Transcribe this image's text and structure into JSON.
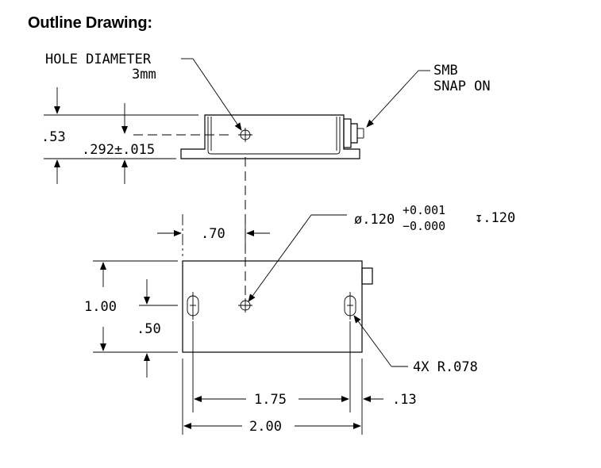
{
  "title": "Outline Drawing:",
  "callouts": {
    "hole_diameter_line1": "HOLE DIAMETER",
    "hole_diameter_line2": "3mm",
    "smb_line1": "SMB",
    "smb_line2": "SNAP ON",
    "bore_prefix": "ø.120",
    "bore_tol_plus": "+0.001",
    "bore_tol_minus": "−0.000",
    "bore_depth": "↧.120",
    "slot": "4X R.078"
  },
  "dimensions": {
    "height_total": ".53",
    "hole_height": ".292±.015",
    "hole_offset_x": ".70",
    "width_total": "1.00",
    "hole_y": ".50",
    "slot_spacing": "1.75",
    "slot_edge": ".13",
    "length_total": "2.00"
  }
}
